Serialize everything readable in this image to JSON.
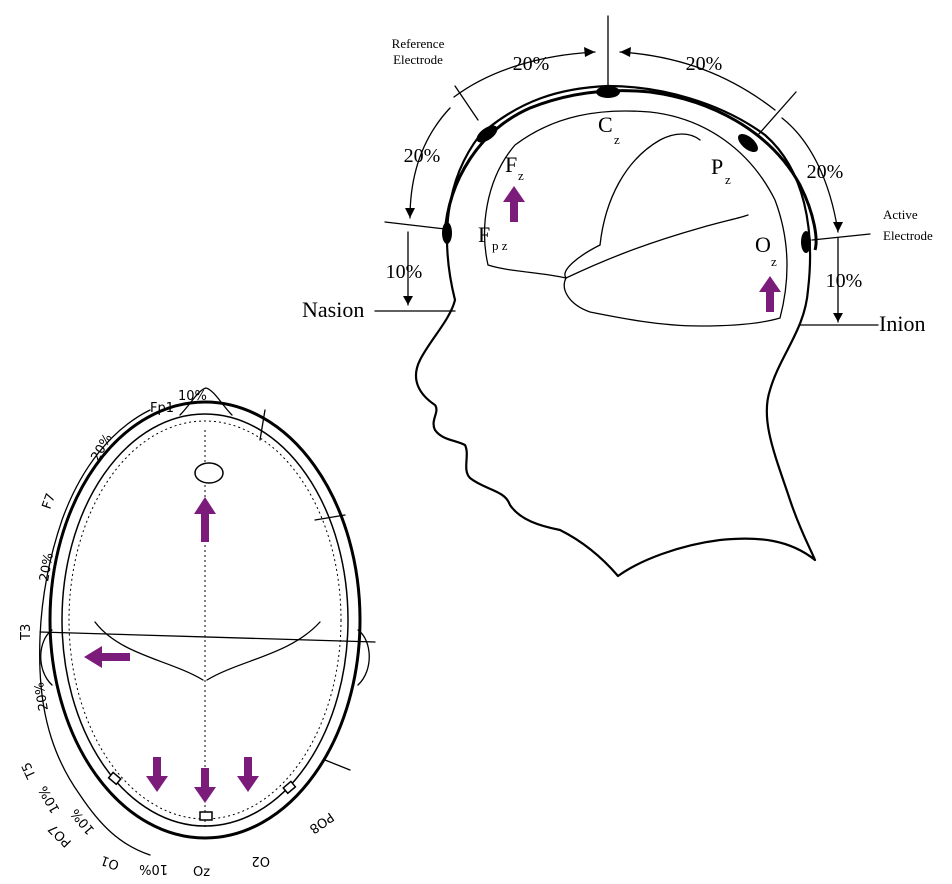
{
  "colors": {
    "arrow": "#7b1c7b",
    "ink": "#000000",
    "background": "#ffffff"
  },
  "side_view": {
    "reference_electrode": [
      "Reference",
      "Electrode"
    ],
    "active_electrode": [
      "Active",
      "Electrode"
    ],
    "top_left_pct": "20%",
    "top_right_pct": "20%",
    "left_mid_pct": "20%",
    "right_mid_pct": "20%",
    "left_low_pct": "10%",
    "right_low_pct": "10%",
    "nasion": "Nasion",
    "inion": "Inion",
    "cz": "C",
    "cz_sub": "z",
    "fz": "F",
    "fz_sub": "z",
    "pz": "P",
    "pz_sub": "z",
    "oz": "O",
    "oz_sub": "z",
    "fpz": "F",
    "fpz_sub": "p z"
  },
  "top_view": {
    "fp1": "Fp1",
    "top_pct": "10%",
    "upper_pct": "20%",
    "f7": "F7",
    "mid_pct": "20%",
    "t3": "T3",
    "lower_pct": "20%",
    "t5": "T5",
    "pct_10_a": "10%",
    "pct_10_b": "10%",
    "pct_10_c": "10%",
    "po7": "PO7",
    "o1": "O1",
    "oz": "Oz",
    "o2": "O2",
    "po8": "PO8"
  }
}
